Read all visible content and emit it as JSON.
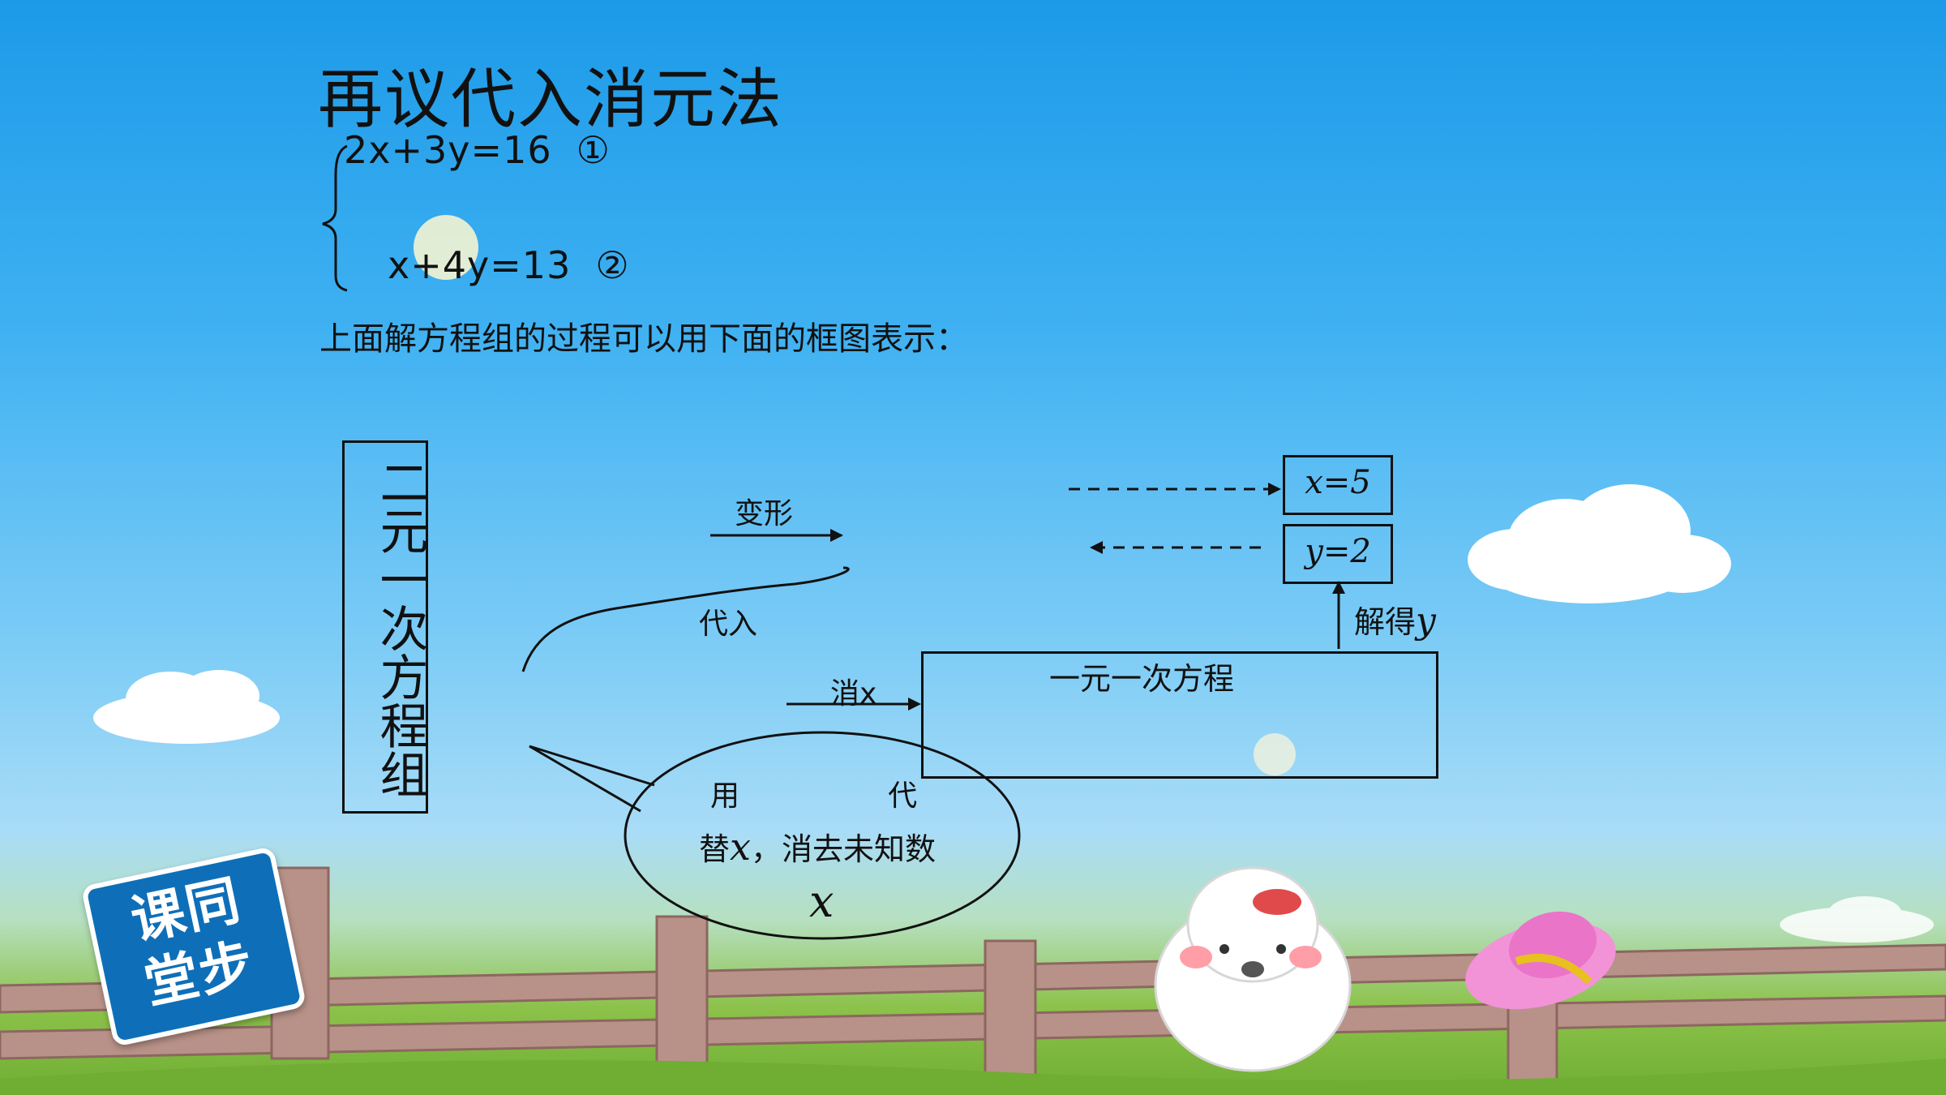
{
  "title": "再议代入消元法",
  "equations": {
    "eq1": "2x+3y=16",
    "eq1_mark": "①",
    "eq2": "x+4y=13",
    "eq2_mark": "②"
  },
  "caption": "上面解方程组的过程可以用下面的框图表示：",
  "diagram": {
    "system_label": "二元一次方程组",
    "transform_label": "变形",
    "substitute_label": "代入",
    "eliminate_label": "消x",
    "one_var_label": "一元一次方程",
    "solve_y_label": "解得",
    "solve_y_var": "y",
    "x_result": "x=5",
    "y_result": "y=2",
    "bubble_line1": "用                代",
    "bubble_line2a": "替",
    "bubble_line2_var": "x",
    "bubble_line2b": "，消去未知数",
    "bubble_line3": "x"
  },
  "logo": {
    "text_line1": "课同",
    "text_line2": "堂步"
  },
  "colors": {
    "line": "#111111",
    "logo_bg": "#0e6fb8"
  }
}
